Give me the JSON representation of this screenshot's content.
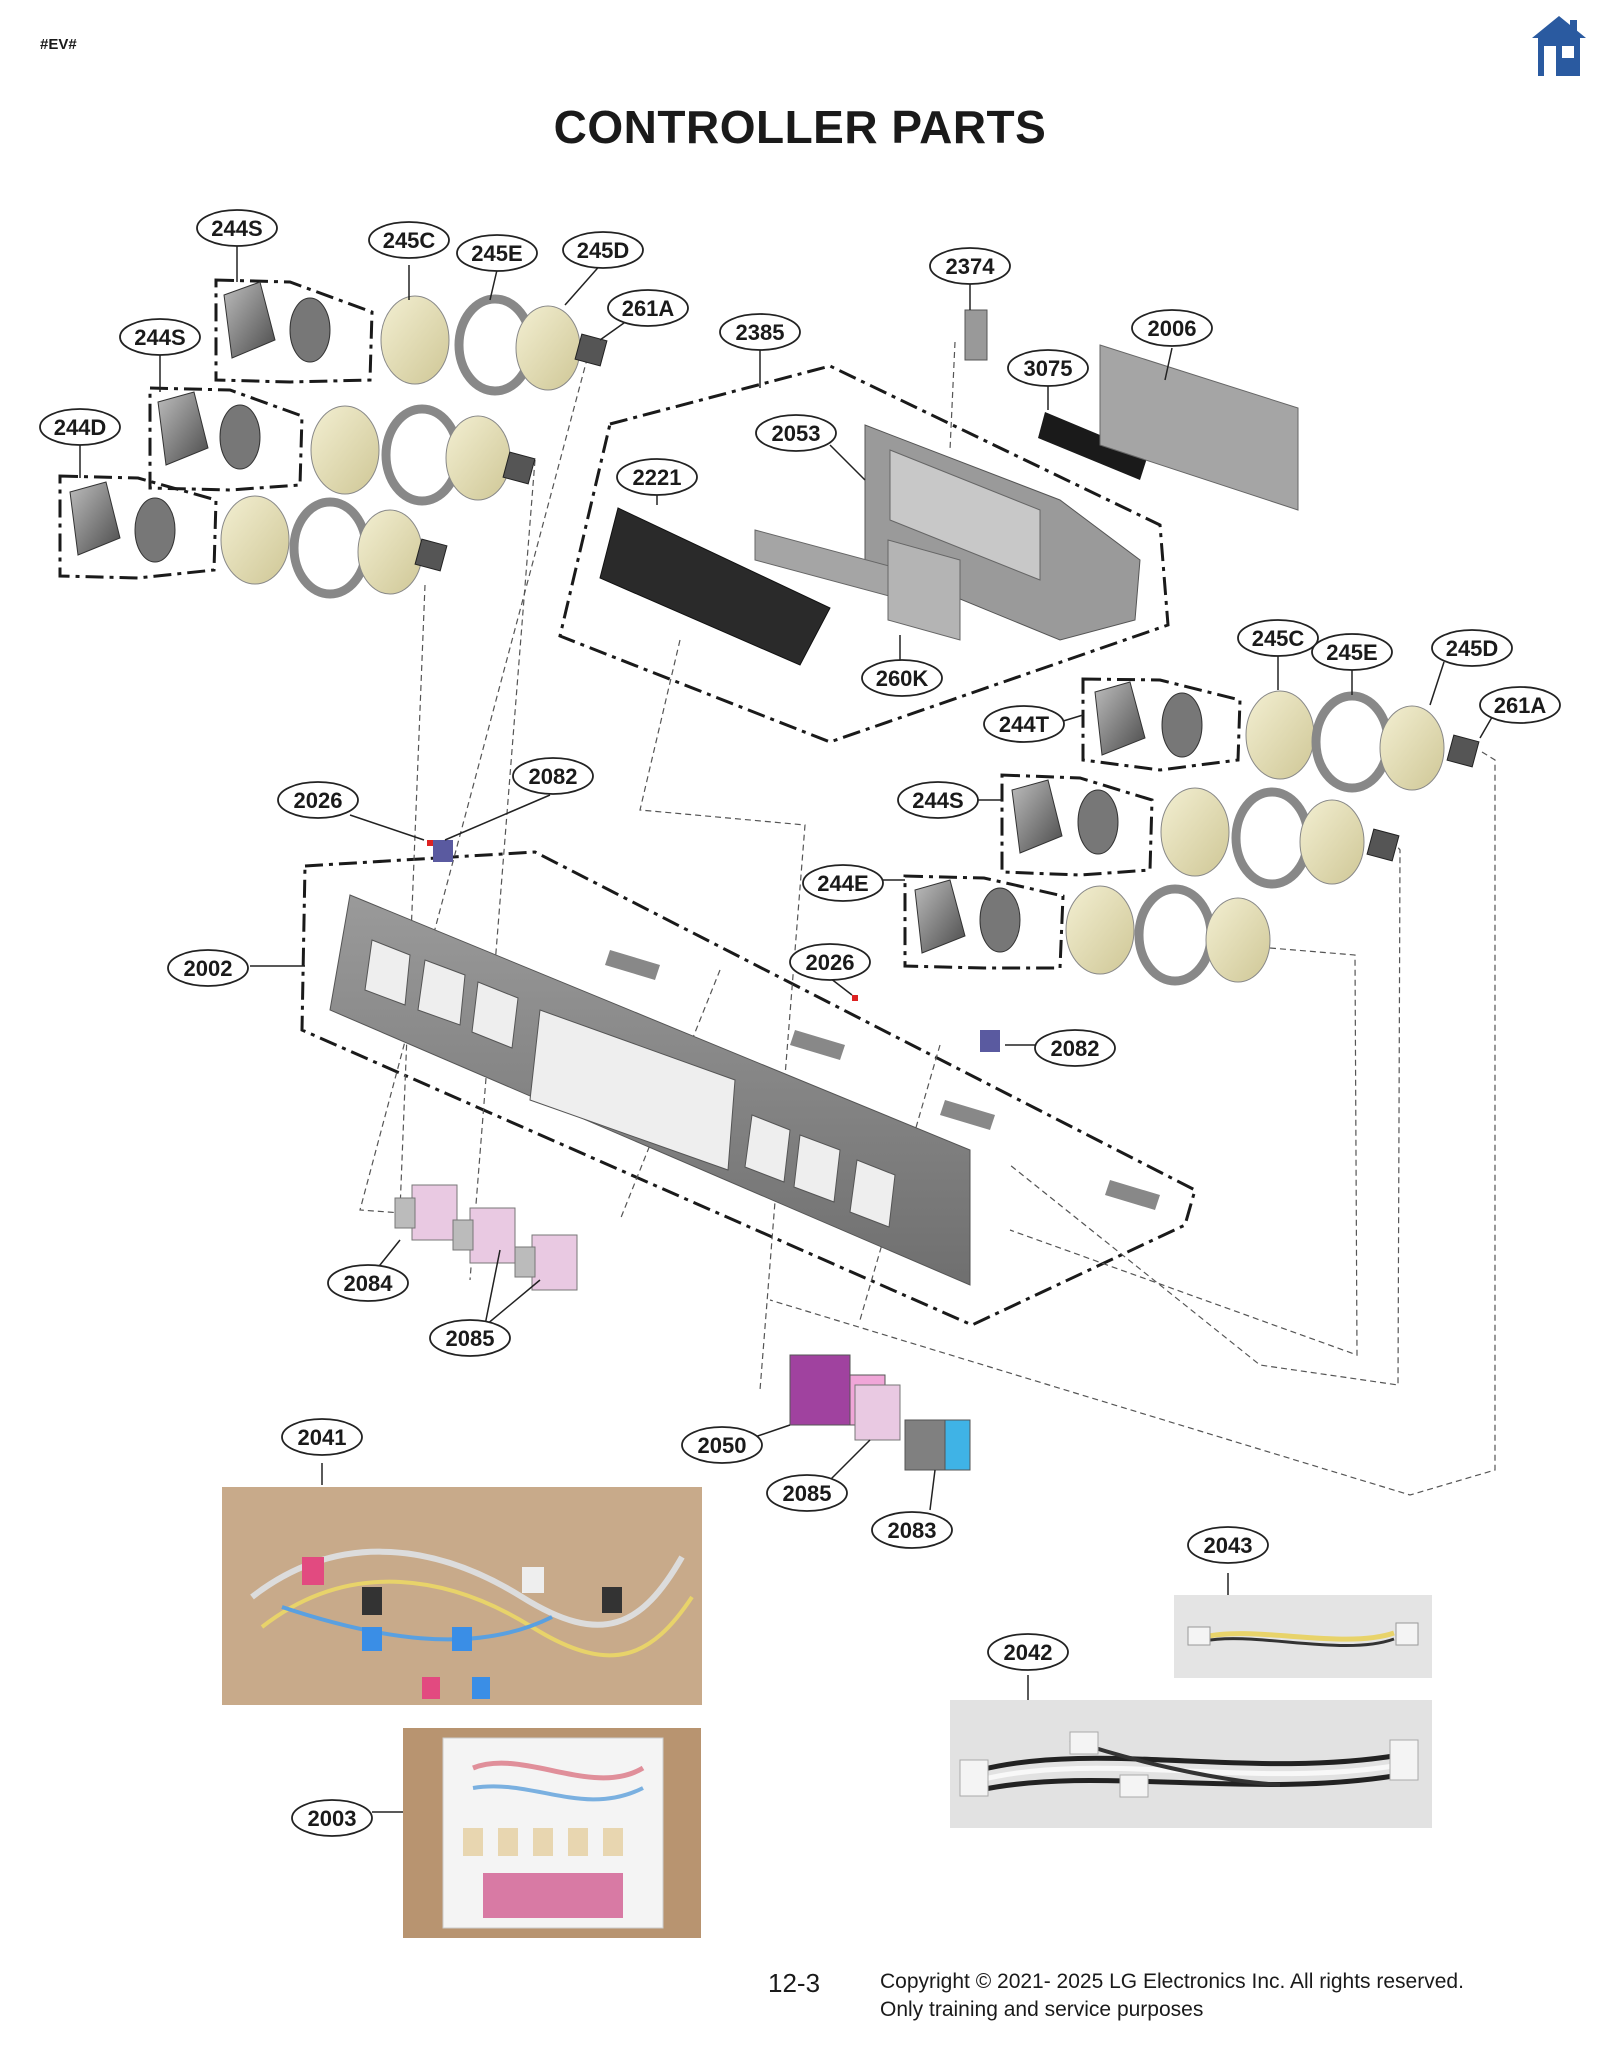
{
  "document_code": "#EV#",
  "title": "CONTROLLER PARTS",
  "colors": {
    "home_icon": "#2a5aa0",
    "callout_border": "#222222",
    "part_gray": "#8a8a8a",
    "part_beige": "#e6e0b8"
  },
  "callouts": {
    "c244S_a": "244S",
    "c245C_a": "245C",
    "c245E_a": "245E",
    "c245D_a": "245D",
    "c261A_a": "261A",
    "c244S_b": "244S",
    "c244D": "244D",
    "c2374": "2374",
    "c2385": "2385",
    "c2006": "2006",
    "c3075": "3075",
    "c2053": "2053",
    "c2221": "2221",
    "c260K": "260K",
    "c245C_b": "245C",
    "c245E_b": "245E",
    "c245D_b": "245D",
    "c261A_b": "261A",
    "c244T": "244T",
    "c244S_c": "244S",
    "c244E": "244E",
    "c2026_a": "2026",
    "c2082_a": "2082",
    "c2002": "2002",
    "c2026_b": "2026",
    "c2082_b": "2082",
    "c2084": "2084",
    "c2085_a": "2085",
    "c2050": "2050",
    "c2085_b": "2085",
    "c2083": "2083",
    "c2041": "2041",
    "c2043": "2043",
    "c2042": "2042",
    "c2003": "2003"
  },
  "footer": {
    "page_number": "12-3",
    "copyright": "Copyright © 2021- 2025 LG Electronics Inc. All rights reserved.",
    "usage_note": "Only training and service purposes"
  }
}
